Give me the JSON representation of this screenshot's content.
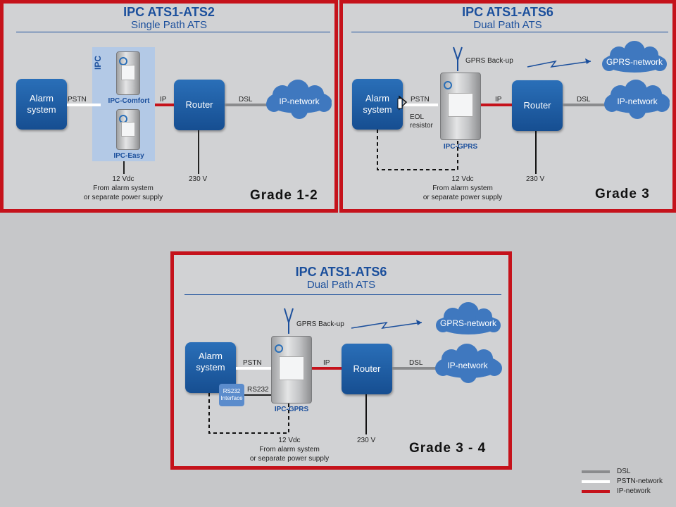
{
  "panels": {
    "p1": {
      "title": "IPC ATS1-ATS2",
      "subtitle": "Single Path ATS",
      "alarm": "Alarm\nsystem",
      "pstn": "PSTN",
      "ipc_vertical": "IPC",
      "ipc_comfort": "IPC-Comfort",
      "ipc_easy": "IPC-Easy",
      "ip": "IP",
      "router": "Router",
      "dsl": "DSL",
      "ip_network": "IP-network",
      "power_12": "12 Vdc",
      "power_from": "From alarm system",
      "power_or": "or separate power supply",
      "power_230": "230 V",
      "grade": "Grade 1-2"
    },
    "p2": {
      "title": "IPC ATS1-ATS6",
      "subtitle": "Dual Path ATS",
      "alarm": "Alarm\nsystem",
      "pstn": "PSTN",
      "eol": "EOL",
      "resistor": "resistor",
      "gprs_backup": "GPRS Back-up",
      "gprs_network": "GPRS-network",
      "ipc_gprs": "IPC-GPRS",
      "ip": "IP",
      "router": "Router",
      "dsl": "DSL",
      "ip_network": "IP-network",
      "power_12": "12 Vdc",
      "power_from": "From alarm system",
      "power_or": "or separate power supply",
      "power_230": "230 V",
      "grade": "Grade 3"
    },
    "p3": {
      "title": "IPC ATS1-ATS6",
      "subtitle": "Dual Path ATS",
      "alarm": "Alarm\nsystem",
      "pstn": "PSTN",
      "rs232_interface": "RS232\nInterface",
      "rs232": "RS232",
      "gprs_backup": "GPRS Back-up",
      "gprs_network": "GPRS-network",
      "ipc_gprs": "IPC-GPRS",
      "ip": "IP",
      "router": "Router",
      "dsl": "DSL",
      "ip_network": "IP-network",
      "power_12": "12 Vdc",
      "power_from": "From alarm system",
      "power_or": "or separate power supply",
      "power_230": "230 V",
      "grade": "Grade 3 - 4"
    }
  },
  "legend": {
    "dsl": "DSL",
    "pstn": "PSTN-network",
    "ip": "IP-network"
  },
  "colors": {
    "panel_border": "#c5121b",
    "box_blue": "#1b5fa8",
    "dsl_line": "#8a8b8d",
    "pstn_line": "#ffffff",
    "ip_line": "#c5121b"
  }
}
